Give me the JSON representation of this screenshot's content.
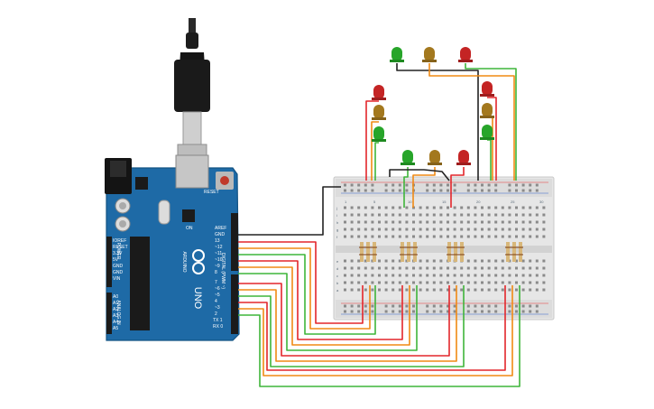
{
  "colors": {
    "board": "#1e6aa6",
    "wire_red": "#e3262b",
    "wire_orange": "#f08a14",
    "wire_green": "#3fb53a",
    "wire_black": "#222222",
    "led_red": "#c42424",
    "led_yellow": "#a3781e",
    "led_green": "#27a52a",
    "breadboard": "#e6e6e6"
  },
  "arduino": {
    "model": "UNO",
    "pin_labels_right": [
      "AREF",
      "GND",
      "13",
      "~12",
      "~11",
      "~10",
      "~9",
      "8",
      "7",
      "~6",
      "~5",
      "4",
      "~3",
      "2",
      "TX 1",
      "RX 0"
    ],
    "power_labels": [
      "IOREF",
      "RESET",
      "3.3V",
      "5V",
      "GND",
      "GND",
      "VIN"
    ],
    "analog_labels": [
      "A0",
      "A1",
      "A2",
      "A3",
      "A4",
      "A5"
    ],
    "section_power": "POWER",
    "section_analog": "ANALOG IN",
    "section_digital": "DIGITAL (PWM ~)",
    "brand": "ARDUINO",
    "reset_label": "RESET",
    "on_label": "ON"
  },
  "breadboard": {
    "row_letters_top": [
      "j",
      "i",
      "h",
      "g",
      "f"
    ],
    "row_letters_bottom": [
      "e",
      "d",
      "c",
      "b",
      "a"
    ],
    "column_numbers": [
      "1",
      "5",
      "10",
      "15",
      "20",
      "25",
      "30"
    ]
  },
  "icons": [
    "usb-cable-icon",
    "arduino-board-icon",
    "breadboard-icon",
    "led-icon",
    "resistor-icon"
  ]
}
